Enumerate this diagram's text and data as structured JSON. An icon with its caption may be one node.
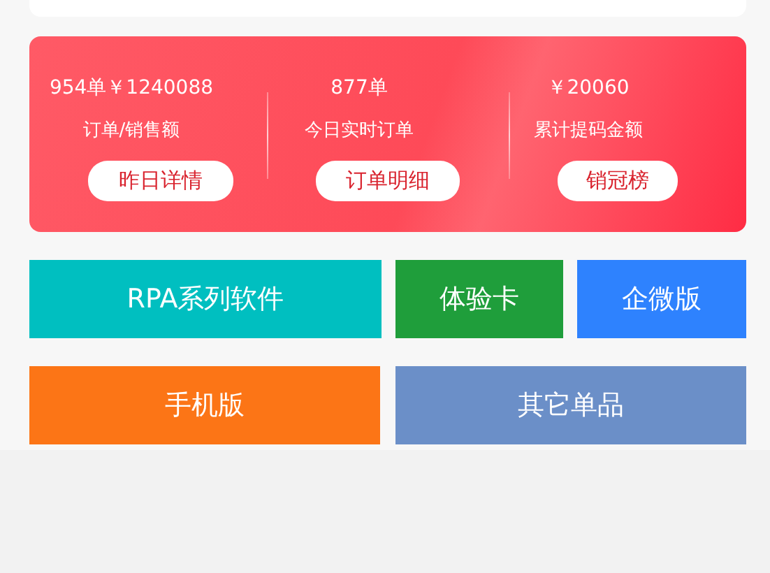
{
  "diagram": {
    "nodes": [
      {
        "text": [],
        "shape": "box"
      },
      {
        "text": [],
        "shape": "box"
      },
      {
        "text": [
          "昨日详情"
        ],
        "in": 1
      },
      {
        "text": [
          "订单明细"
        ],
        "in": 1
      },
      {
        "text": [
          "销冠榜"
        ],
        "in": 1
      },
      {
        "text": [
          "RPA系列软件"
        ]
      },
      {
        "text": [
          "体验卡"
        ]
      },
      {
        "text": [
          "企微版"
        ]
      },
      {
        "text": [
          "手机版"
        ]
      },
      {
        "text": [
          "其它单品"
        ]
      }
    ],
    "labels": [
      "954单￥1240088",
      "877单",
      "￥20060",
      "订单/销售额",
      "今日实时订单",
      "累计提码金额"
    ]
  }
}
